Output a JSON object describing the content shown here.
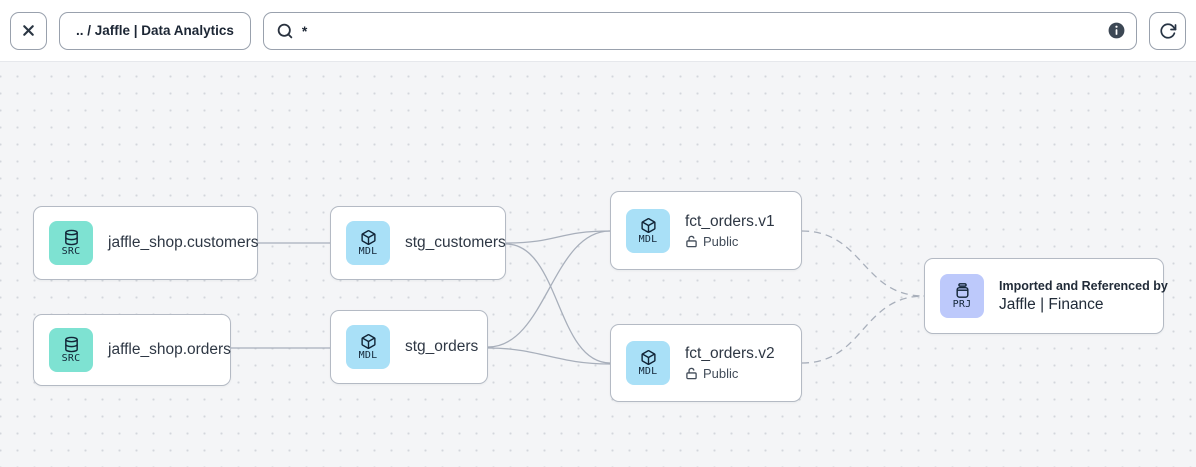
{
  "toolbar": {
    "breadcrumb": ".. / Jaffle | Data Analytics",
    "search_value": "*"
  },
  "colors": {
    "source_badge": "#7ee2d2",
    "model_badge": "#a9e0f7",
    "project_badge": "#bdc9fb",
    "edge": "#a8afbb",
    "canvas_bg": "#f4f5f7"
  },
  "graph": {
    "nodes": [
      {
        "id": "jaffle_shop.customers",
        "kind": "source",
        "badge": "SRC",
        "label": "jaffle_shop.customers"
      },
      {
        "id": "jaffle_shop.orders",
        "kind": "source",
        "badge": "SRC",
        "label": "jaffle_shop.orders"
      },
      {
        "id": "stg_customers",
        "kind": "model",
        "badge": "MDL",
        "label": "stg_customers"
      },
      {
        "id": "stg_orders",
        "kind": "model",
        "badge": "MDL",
        "label": "stg_orders"
      },
      {
        "id": "fct_orders.v1",
        "kind": "model",
        "badge": "MDL",
        "label": "fct_orders.v1",
        "access": "Public"
      },
      {
        "id": "fct_orders.v2",
        "kind": "model",
        "badge": "MDL",
        "label": "fct_orders.v2",
        "access": "Public"
      },
      {
        "id": "jaffle_finance",
        "kind": "project",
        "badge": "PRJ",
        "caption": "Imported and Referenced by",
        "label": "Jaffle | Finance"
      }
    ],
    "edges": [
      {
        "from": "jaffle_shop.customers",
        "to": "stg_customers",
        "style": "solid"
      },
      {
        "from": "jaffle_shop.orders",
        "to": "stg_orders",
        "style": "solid"
      },
      {
        "from": "stg_customers",
        "to": "fct_orders.v1",
        "style": "solid"
      },
      {
        "from": "stg_customers",
        "to": "fct_orders.v2",
        "style": "solid"
      },
      {
        "from": "stg_orders",
        "to": "fct_orders.v1",
        "style": "solid"
      },
      {
        "from": "stg_orders",
        "to": "fct_orders.v2",
        "style": "solid"
      },
      {
        "from": "fct_orders.v1",
        "to": "jaffle_finance",
        "style": "dashed"
      },
      {
        "from": "fct_orders.v2",
        "to": "jaffle_finance",
        "style": "dashed"
      }
    ]
  }
}
